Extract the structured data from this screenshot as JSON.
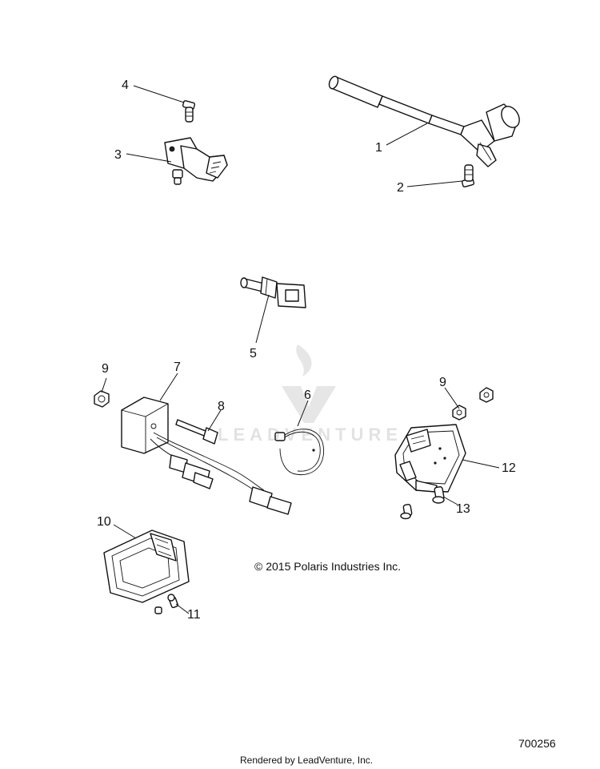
{
  "callouts": {
    "c1": "1",
    "c2": "2",
    "c3": "3",
    "c4": "4",
    "c5": "5",
    "c6": "6",
    "c7": "7",
    "c8": "8",
    "c9a": "9",
    "c9b": "9",
    "c10": "10",
    "c11": "11",
    "c12": "12",
    "c13": "13"
  },
  "copyright": "© 2015 Polaris Industries Inc.",
  "drawing_id": "700256",
  "rendered_by": "Rendered by LeadVenture, Inc.",
  "watermark": {
    "text": "LEADVENTURE"
  }
}
